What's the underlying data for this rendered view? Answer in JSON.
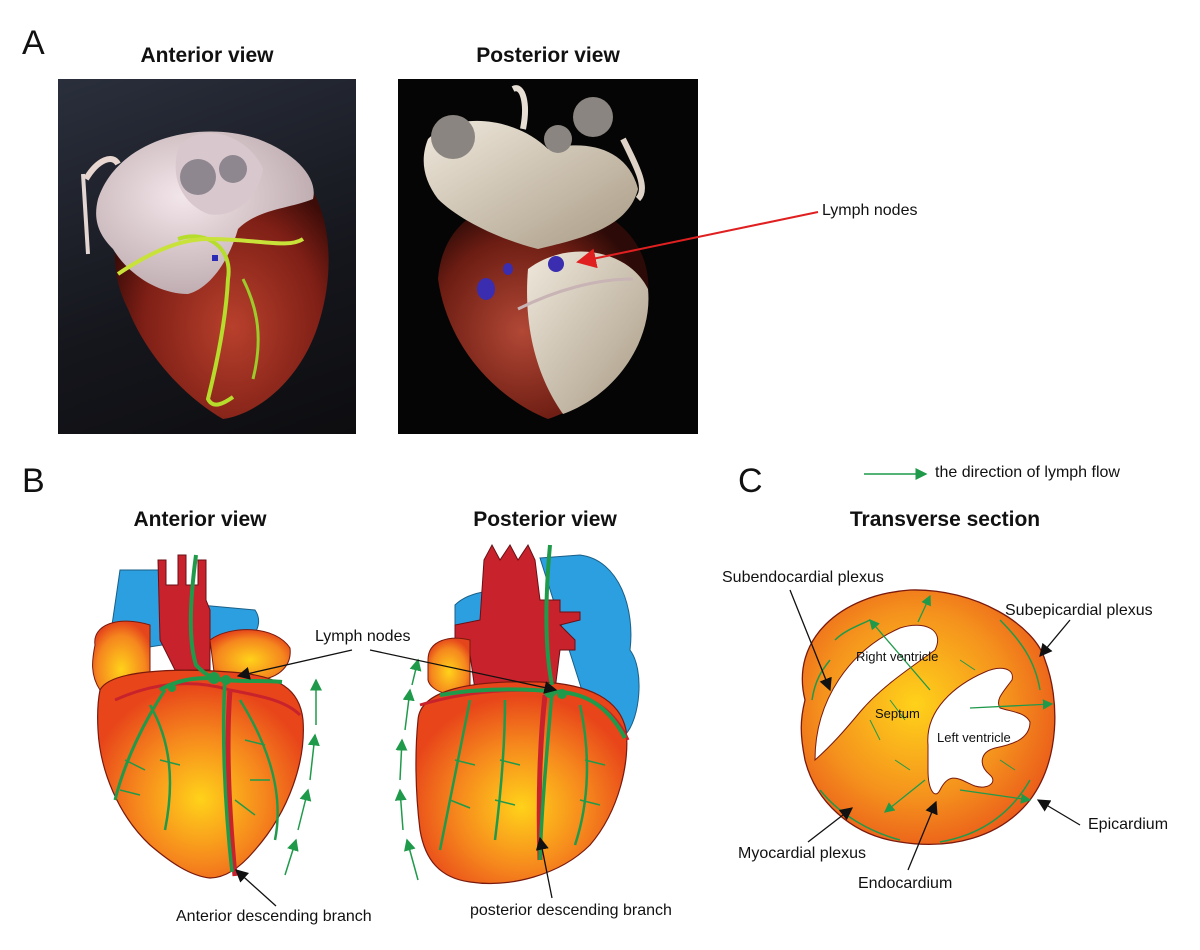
{
  "panels": {
    "a": {
      "letter": "A",
      "anterior_title": "Anterior view",
      "posterior_title": "Posterior view",
      "lymph_nodes_label": "Lymph nodes"
    },
    "b": {
      "letter": "B",
      "anterior_title": "Anterior view",
      "posterior_title": "Posterior view",
      "lymph_nodes_label": "Lymph nodes",
      "anterior_branch_label": "Anterior descending branch",
      "posterior_branch_label": "posterior descending branch"
    },
    "c": {
      "letter": "C",
      "title": "Transverse section",
      "legend_label": "the direction of lymph flow",
      "subendocardial_label": "Subendocardial plexus",
      "subepicardial_label": "Subepicardial plexus",
      "right_ventricle_label": "Right ventricle",
      "septum_label": "Septum",
      "left_ventricle_label": "Left ventricle",
      "myocardial_label": "Myocardial plexus",
      "epicardium_label": "Epicardium",
      "endocardium_label": "Endocardium"
    }
  },
  "colors": {
    "lymph_green": "#1f9a4a",
    "vessel_red": "#c8232c",
    "vein_blue": "#2b9fe0",
    "heart_orange": "#f07a1c",
    "heart_yellow": "#ffd21a",
    "annotation_red": "#e02020"
  }
}
